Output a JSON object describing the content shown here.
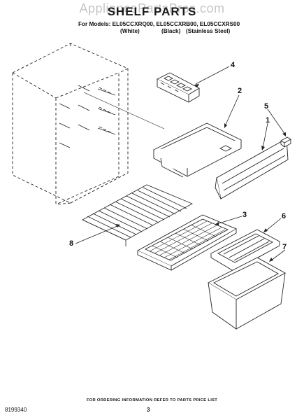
{
  "header": {
    "watermark": "AppliancePartsPros.com",
    "title": "SHELF PARTS",
    "models_line": "For Models: EL05CCXRQ00, EL05CCXRB00, EL05CCXRS00",
    "colors": [
      "(White)",
      "(Black)",
      "(Stainless Steel)"
    ]
  },
  "callouts": [
    "1",
    "2",
    "3",
    "4",
    "5",
    "6",
    "7",
    "8"
  ],
  "footer": {
    "note": "FOR ORDERING INFORMATION REFER TO PARTS PRICE LIST",
    "page": "3",
    "doc_number": "8199340"
  }
}
